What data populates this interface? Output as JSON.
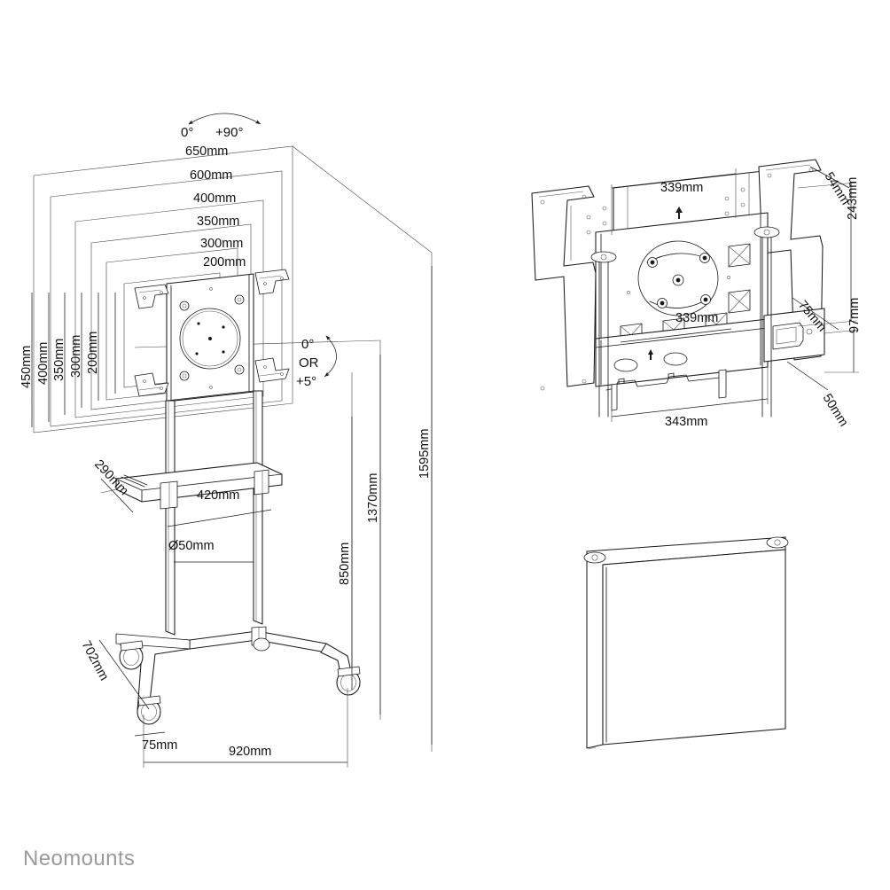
{
  "document": {
    "kind": "technical-dimension-drawing",
    "brand": "Neomounts",
    "background_color": "#ffffff",
    "line_color": "#1a1a1a",
    "brand_color": "#9a9a9a"
  },
  "views": {
    "main": {
      "name": "mobile-display-trolley-front-view",
      "angles": {
        "rotation": {
          "start": "0°",
          "end": "+90°",
          "arc_label": "rotation-arc"
        },
        "tilt": {
          "option_a": "0°",
          "conjunction": "OR",
          "option_b": "+5°",
          "arc_label": "tilt-arc"
        }
      },
      "screen_widths_mm": [
        "650mm",
        "600mm",
        "400mm",
        "350mm",
        "300mm",
        "200mm"
      ],
      "screen_heights_mm": [
        "450mm",
        "400mm",
        "350mm",
        "300mm",
        "200mm"
      ],
      "shelf": {
        "depth": "290mm",
        "width": "420mm"
      },
      "column_diameter": "Ø50mm",
      "heights_mm": [
        "1595mm",
        "1370mm",
        "850mm"
      ],
      "base": {
        "depth": "702mm",
        "caster_offset": "75mm",
        "width": "920mm"
      }
    },
    "bracket_detail": {
      "name": "vesa-bracket-assembly-detail",
      "dims": {
        "top_width": "339mm",
        "plate_width": "339mm",
        "rail_width": "343mm",
        "top_offset": "54mm",
        "plate_height": "243mm",
        "hook_depth": "75mm",
        "lower_height": "97mm",
        "lower_depth": "50mm"
      }
    },
    "cover_panel": {
      "name": "cover-plate-detail",
      "holes": 2
    }
  }
}
